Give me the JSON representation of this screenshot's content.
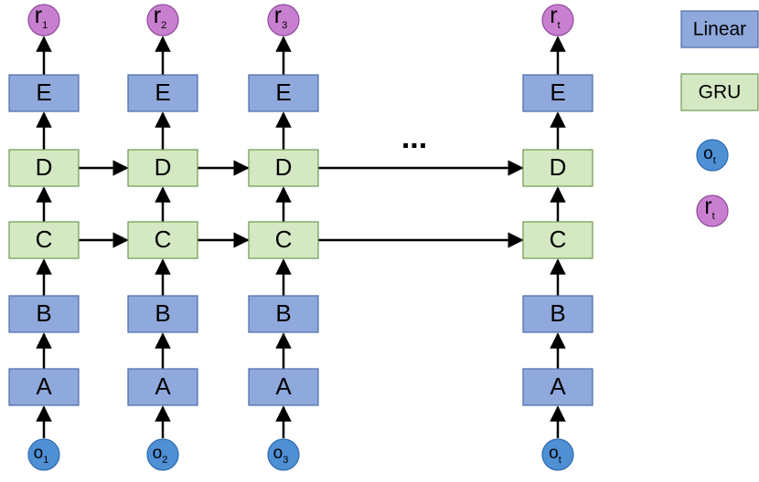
{
  "colors": {
    "linear_fill": "#8fa9dc",
    "linear_stroke": "#4a6ba6",
    "gru_fill": "#d4e8c4",
    "gru_stroke": "#6d9a52",
    "obs_fill": "#4f8fd4",
    "obs_stroke": "#2f6cb0",
    "reward_fill": "#c97fd0",
    "reward_stroke": "#8e4a98",
    "arrow": "#000000"
  },
  "boxes": {
    "a": "A",
    "b": "B",
    "c": "C",
    "d": "D",
    "e": "E"
  },
  "columns": [
    {
      "input_main": "o",
      "input_sub": "1",
      "output_main": "r",
      "output_sub": "1"
    },
    {
      "input_main": "o",
      "input_sub": "2",
      "output_main": "r",
      "output_sub": "2"
    },
    {
      "input_main": "o",
      "input_sub": "3",
      "output_main": "r",
      "output_sub": "3"
    },
    {
      "input_main": "o",
      "input_sub": "t",
      "output_main": "r",
      "output_sub": "t"
    }
  ],
  "ellipsis": "...",
  "legend": {
    "linear_label": "Linear",
    "gru_label": "GRU",
    "obs_main": "o",
    "obs_sub": "t",
    "reward_main": "r",
    "reward_sub": "t"
  }
}
